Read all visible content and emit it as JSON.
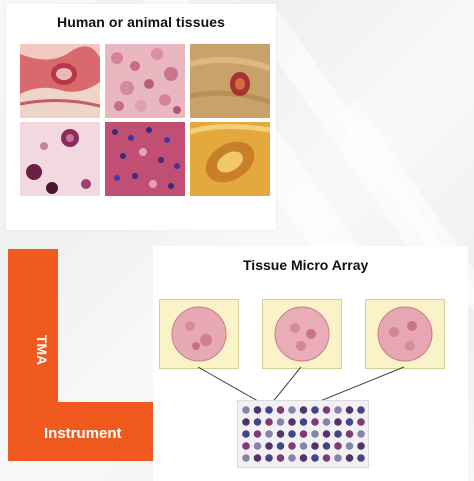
{
  "top_panel": {
    "title": "Human or animal tissues"
  },
  "arrow": {
    "vertical_label": "TMA",
    "horizontal_label": "Instrument",
    "color": "#f05a1f"
  },
  "bottom_panel": {
    "title": "Tissue Micro Array"
  }
}
